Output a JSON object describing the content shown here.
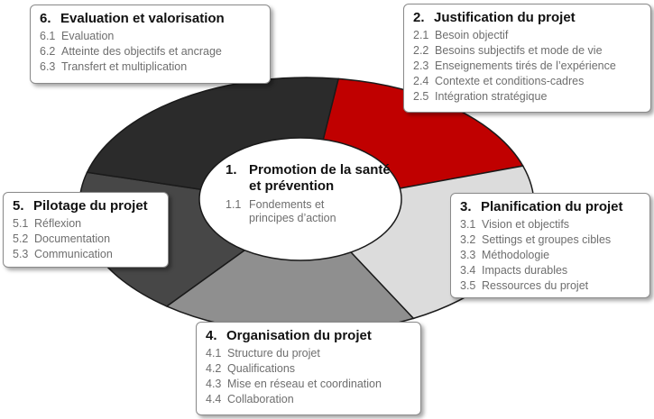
{
  "colors": {
    "segment_1": "#c00000",
    "segment_2": "#dcdcdc",
    "segment_3": "#8f8f8f",
    "segment_4": "#474747",
    "segment_5": "#2b2b2b",
    "center": "#ffffff"
  },
  "center": {
    "number": "1.",
    "title_line1": "Promotion de la santé",
    "title_line2": "et prévention",
    "items": [
      {
        "num": "1.1",
        "text": "Fondements et principes d’action"
      }
    ]
  },
  "boxes": {
    "justification": {
      "number": "2.",
      "title": "Justification du projet",
      "items": [
        {
          "num": "2.1",
          "text": "Besoin objectif"
        },
        {
          "num": "2.2",
          "text": "Besoins subjectifs et mode de vie"
        },
        {
          "num": "2.3",
          "text": "Enseignements tirés de l’expérience"
        },
        {
          "num": "2.4",
          "text": "Contexte et conditions-cadres"
        },
        {
          "num": "2.5",
          "text": "Intégration stratégique"
        }
      ]
    },
    "planification": {
      "number": "3.",
      "title": "Planification du projet",
      "items": [
        {
          "num": "3.1",
          "text": "Vision et objectifs"
        },
        {
          "num": "3.2",
          "text": "Settings et groupes cibles"
        },
        {
          "num": "3.3",
          "text": "Méthodologie"
        },
        {
          "num": "3.4",
          "text": "Impacts durables"
        },
        {
          "num": "3.5",
          "text": "Ressources du projet"
        }
      ]
    },
    "organisation": {
      "number": "4.",
      "title": "Organisation du projet",
      "items": [
        {
          "num": "4.1",
          "text": "Structure du projet"
        },
        {
          "num": "4.2",
          "text": "Qualifications"
        },
        {
          "num": "4.3",
          "text": "Mise en réseau et coordination"
        },
        {
          "num": "4.4",
          "text": "Collaboration"
        }
      ]
    },
    "pilotage": {
      "number": "5.",
      "title": "Pilotage du projet",
      "items": [
        {
          "num": "5.1",
          "text": "Réflexion"
        },
        {
          "num": "5.2",
          "text": "Documentation"
        },
        {
          "num": "5.3",
          "text": "Communication"
        }
      ]
    },
    "evaluation": {
      "number": "6.",
      "title": "Evaluation et valorisation",
      "items": [
        {
          "num": "6.1",
          "text": "Evaluation"
        },
        {
          "num": "6.2",
          "text": "Atteinte des objectifs et ancrage"
        },
        {
          "num": "6.3",
          "text": "Transfert et multiplication"
        }
      ]
    }
  }
}
